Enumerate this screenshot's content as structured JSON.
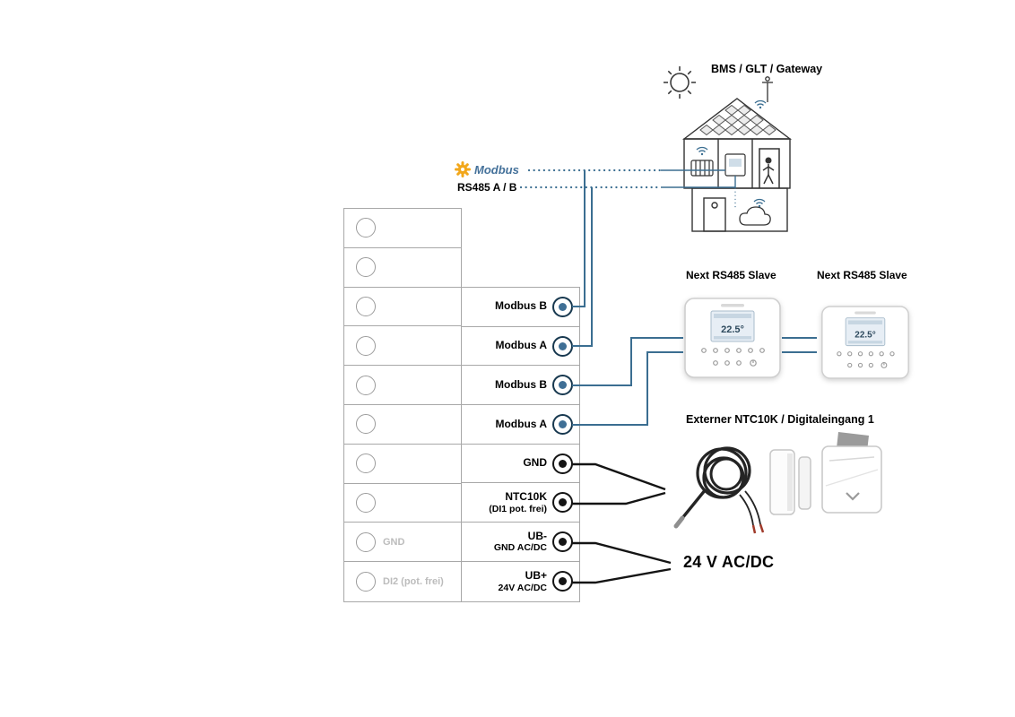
{
  "colors": {
    "bus_blue": "#3b6e91",
    "terminal_blue": "#3f6f95",
    "line_black": "#141414",
    "modbus_yellow": "#f2a71b",
    "muted_gray": "#bcbcbc"
  },
  "gateway": {
    "label": "BMS / GLT / Gateway"
  },
  "bus": {
    "modbus_label": "Modbus",
    "rs485_label": "RS485 A / B"
  },
  "terminal_table": {
    "rows": [
      {
        "left_label": "",
        "right_label": "",
        "right_sublabel": "",
        "terminal": "none"
      },
      {
        "left_label": "",
        "right_label": "",
        "right_sublabel": "",
        "terminal": "none"
      },
      {
        "left_label": "",
        "right_label": "Modbus B",
        "right_sublabel": "",
        "terminal": "blue"
      },
      {
        "left_label": "",
        "right_label": "Modbus A",
        "right_sublabel": "",
        "terminal": "blue"
      },
      {
        "left_label": "",
        "right_label": "Modbus B",
        "right_sublabel": "",
        "terminal": "blue"
      },
      {
        "left_label": "",
        "right_label": "Modbus A",
        "right_sublabel": "",
        "terminal": "blue"
      },
      {
        "left_label": "",
        "right_label": "GND",
        "right_sublabel": "",
        "terminal": "black"
      },
      {
        "left_label": "",
        "right_label": "NTC10K",
        "right_sublabel": "(DI1 pot. frei)",
        "terminal": "black"
      },
      {
        "left_label": "GND",
        "right_label": "UB-",
        "right_sublabel": "GND AC/DC",
        "terminal": "black"
      },
      {
        "left_label": "DI2 (pot. frei)",
        "right_label": "UB+",
        "right_sublabel": "24V AC/DC",
        "terminal": "black"
      }
    ]
  },
  "devices": {
    "slave1": {
      "label": "Next RS485 Slave",
      "screen_temp": "22.5°"
    },
    "slave2": {
      "label": "Next RS485 Slave",
      "screen_temp": "22.5°"
    }
  },
  "sensors": {
    "label": "Externer NTC10K / Digitaleingang 1"
  },
  "power": {
    "label": "24 V AC/DC"
  }
}
